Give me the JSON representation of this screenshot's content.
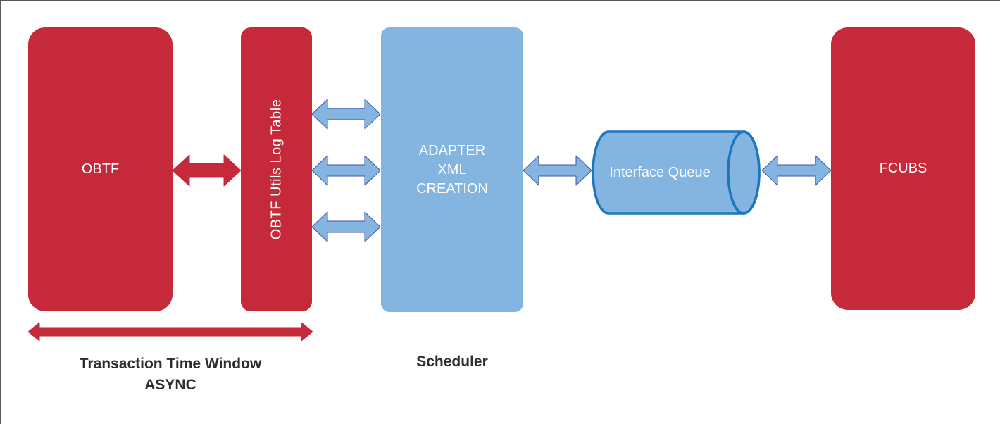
{
  "colors": {
    "red": "#C5293A",
    "blue": "#84B5E0",
    "blue-stroke": "#1B76BC",
    "arrow-outline": "#4053A4",
    "text-light": "#FFFFFF",
    "text-dark": "#2D2D2D",
    "frame-border": "#595959",
    "canvas-bg": "#FFFFFF"
  },
  "nodes": {
    "obtf": {
      "label": "OBTF"
    },
    "obtf_utils_log_table": {
      "label": "OBTF Utils Log Table"
    },
    "adapter_xml_creation": {
      "label": "ADAPTER\nXML\nCREATION"
    },
    "interface_queue": {
      "label": "Interface Queue"
    },
    "fcubs": {
      "label": "FCUBS"
    }
  },
  "captions": {
    "transaction_time_window_line1": "Transaction Time Window",
    "transaction_time_window_line2": "ASYNC",
    "scheduler": "Scheduler"
  }
}
